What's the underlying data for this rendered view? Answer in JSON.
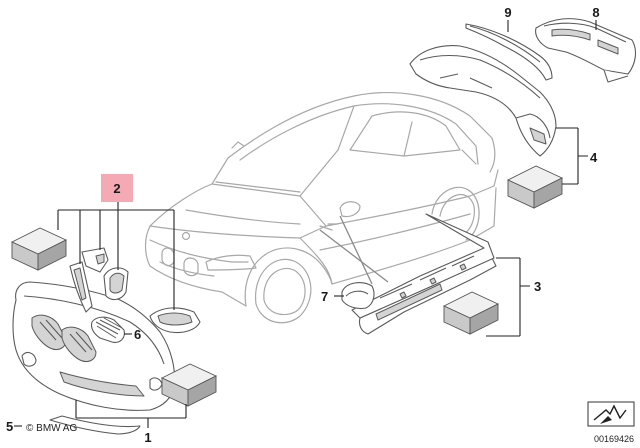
{
  "callouts": {
    "c1": "1",
    "c2": "2",
    "c3": "3",
    "c4": "4",
    "c5": "5",
    "c6": "6",
    "c7": "7",
    "c8": "8",
    "c9": "9"
  },
  "copyright": "© BMW AG",
  "doc_number": "00169426",
  "colors": {
    "highlight": "#f4a9b4",
    "line": "#a8a8a8",
    "text": "#1a1a1a"
  }
}
